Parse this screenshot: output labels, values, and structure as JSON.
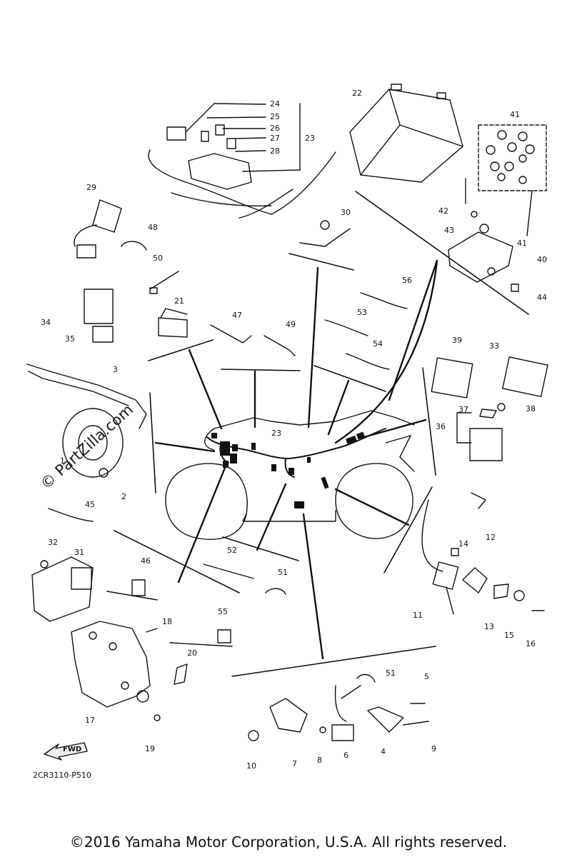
{
  "drawing_code": "2CR3110-P510",
  "watermark": "© PartZilla.com",
  "fwd_label": "FWD",
  "copyright": "©2016 Yamaha Motor Corporation, U.S.A. All rights reserved.",
  "callouts": {
    "c1": "1",
    "c2": "2",
    "c3": "3",
    "c4": "4",
    "c5": "5",
    "c6": "6",
    "c7": "7",
    "c8": "8",
    "c9": "9",
    "c10": "10",
    "c11": "11",
    "c12": "12",
    "c13": "13",
    "c14": "14",
    "c15": "15",
    "c16": "16",
    "c17": "17",
    "c18": "18",
    "c19": "19",
    "c20": "20",
    "c21": "21",
    "c22": "22",
    "c23a": "23",
    "c23b": "23",
    "c24": "24",
    "c25": "25",
    "c26": "26",
    "c27": "27",
    "c28": "28",
    "c29": "29",
    "c30": "30",
    "c31": "31",
    "c32": "32",
    "c33": "33",
    "c34": "34",
    "c35": "35",
    "c36": "36",
    "c37": "37",
    "c38": "38",
    "c39": "39",
    "c40": "40",
    "c41a": "41",
    "c41b": "41",
    "c42": "42",
    "c43": "43",
    "c44": "44",
    "c45": "45",
    "c46": "46",
    "c47": "47",
    "c48": "48",
    "c49": "49",
    "c50": "50",
    "c51a": "51",
    "c51b": "51",
    "c52": "52",
    "c53": "53",
    "c54": "54",
    "c55": "55",
    "c56": "56"
  }
}
